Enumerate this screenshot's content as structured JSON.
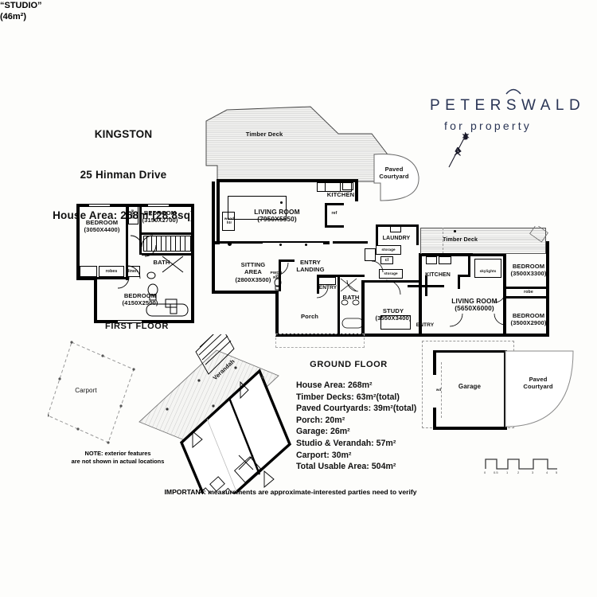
{
  "header": {
    "suburb": "KINGSTON",
    "street": "25 Hinman Drive",
    "house_area": "House Area: 268m²(28.8sq)"
  },
  "logo": {
    "brand": "PETERSWALD",
    "tagline": "for property",
    "color": "#2a3555",
    "compass": "north-arrow"
  },
  "floors": {
    "first_floor_label": "FIRST FLOOR",
    "ground_floor_label": "GROUND FLOOR"
  },
  "first_floor_rooms": [
    {
      "name": "BEDROOM",
      "dims": "(3050X4400)"
    },
    {
      "name": "BEDROOM",
      "dims": "(3150X2700)"
    },
    {
      "name": "BEDROOM",
      "dims": "(4150X2500)"
    },
    {
      "name": "BATH",
      "dims": ""
    }
  ],
  "first_floor_small": [
    "robe",
    "robes",
    "linen"
  ],
  "ground_floor_rooms": [
    {
      "name": "LIVING ROOM",
      "dims": "(7950X5550)"
    },
    {
      "name": "SITTING\nAREA",
      "dims": "(2800X3500)"
    },
    {
      "name": "KITCHEN",
      "dims": ""
    },
    {
      "name": "ENTRY\nLANDING",
      "dims": ""
    },
    {
      "name": "PWDR\nRM",
      "dims": ""
    },
    {
      "name": "ENTRY",
      "dims": ""
    },
    {
      "name": "BATH",
      "dims": ""
    },
    {
      "name": "Porch",
      "dims": ""
    },
    {
      "name": "LAUNDRY",
      "dims": ""
    },
    {
      "name": "KITCHEN",
      "dims": ""
    },
    {
      "name": "STUDY",
      "dims": "(3550X3400)"
    },
    {
      "name": "LIVING ROOM",
      "dims": "(5650X6000)"
    },
    {
      "name": "ENTRY",
      "dims": ""
    },
    {
      "name": "BEDROOM",
      "dims": "(3500X3300)"
    },
    {
      "name": "BEDROOM",
      "dims": "(3500X2900)"
    }
  ],
  "ground_floor_small": [
    "wood\nhtr",
    "ref",
    "storage",
    "storage",
    "cl",
    "skylights",
    "robe"
  ],
  "outdoor": {
    "timber_deck_top": "Timber Deck",
    "timber_deck_right": "Timber Deck",
    "paved_courtyard_top": "Paved\nCourtyard",
    "paved_courtyard_right": "Paved\nCourtyard",
    "garage": "Garage",
    "garage_small": "wd",
    "carport": "Carport",
    "verandah": "Verandah",
    "studio_label": "“STUDIO”",
    "studio_area": "(46m²)"
  },
  "areas": {
    "lines": [
      "House Area: 268m²",
      "Timber Decks: 63m²(total)",
      "Paved Courtyards: 39m²(total)",
      "Porch: 20m²",
      "Garage: 26m²",
      "Studio & Verandah: 57m²",
      "Carport: 30m²",
      "Total Usable Area: 504m²"
    ]
  },
  "notes": {
    "exterior_note": "NOTE: exterior features\nare not shown in actual locations",
    "important": "IMPORTANT: measurements are approximate-interested parties need to verify"
  },
  "scale_bar": {
    "ticks": [
      "0",
      "0.5",
      "1",
      "2",
      "3",
      "4",
      "5"
    ]
  }
}
